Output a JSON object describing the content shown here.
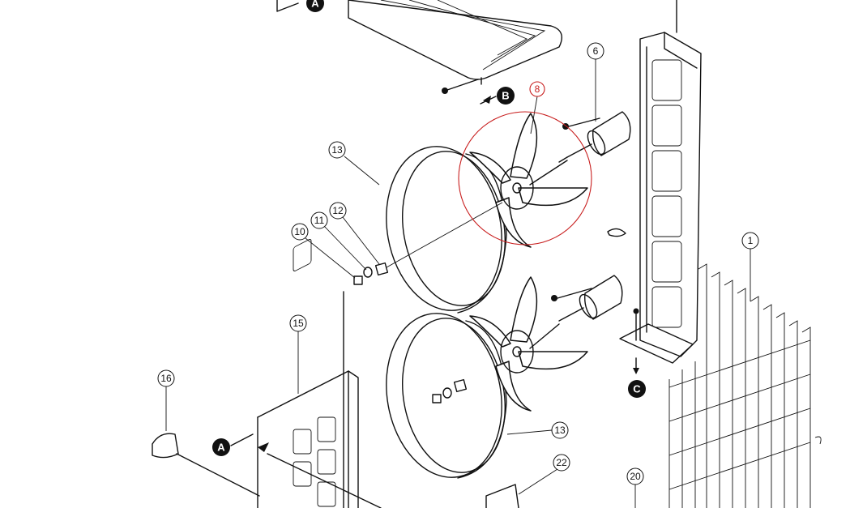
{
  "callouts": {
    "c1": "1",
    "c6": "6",
    "c8": "8",
    "c10": "10",
    "c11": "11",
    "c12": "12",
    "c13_top": "13",
    "c13_bottom": "13",
    "c15": "15",
    "c16": "16",
    "c20": "20",
    "c22": "22"
  },
  "markers": {
    "a_top": "A",
    "a_left": "A",
    "b": "B",
    "c": "C"
  },
  "colors": {
    "line": "#111111",
    "highlight": "#c81e1e",
    "background": "#ffffff"
  }
}
